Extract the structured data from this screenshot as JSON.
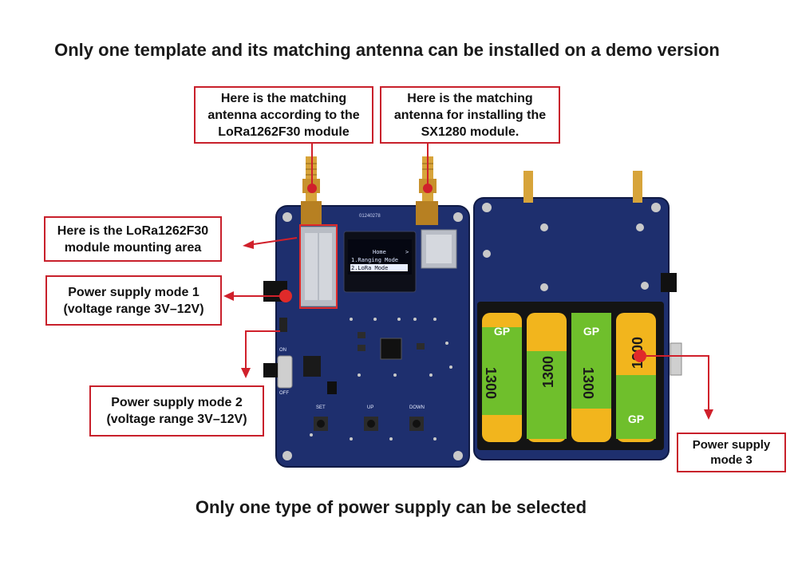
{
  "header": {
    "title": "Only one template and its matching antenna can be installed on a demo version"
  },
  "footer": {
    "title": "Only one type of power supply can be selected"
  },
  "callouts": {
    "antenna_lora": "Here is the matching\nantenna according to the\nLoRa1262F30 module",
    "antenna_sx": "Here is the matching\nantenna for installing the\nSX1280 module.",
    "module_area": "Here is the LoRa1262F30\nmodule mounting area",
    "psu1": "Power supply mode 1\n(voltage range 3V–12V)",
    "psu2": "Power supply mode 2\n(voltage range 3V–12V)",
    "psu3": "Power supply\nmode 3"
  },
  "board": {
    "silk_code": "01240278",
    "lcd": {
      "line1": "Home",
      "line2": "1.Ranging Mode",
      "line3": "2.LoRa Mode",
      "arrow": ">"
    },
    "switch_on": "ON",
    "switch_off": "OFF",
    "button_labels": {
      "set": "SET",
      "up": "UP",
      "down": "DOWN"
    }
  },
  "batteries": {
    "brand": "GP",
    "capacity": "1300"
  },
  "colors": {
    "pcb": "#1e2f6e",
    "pcb_dark": "#15235a",
    "callout_border": "#c8202b",
    "pointer_line": "#d0202b",
    "battery_green": "#6fbf2c",
    "battery_yellow": "#f2b51d"
  }
}
